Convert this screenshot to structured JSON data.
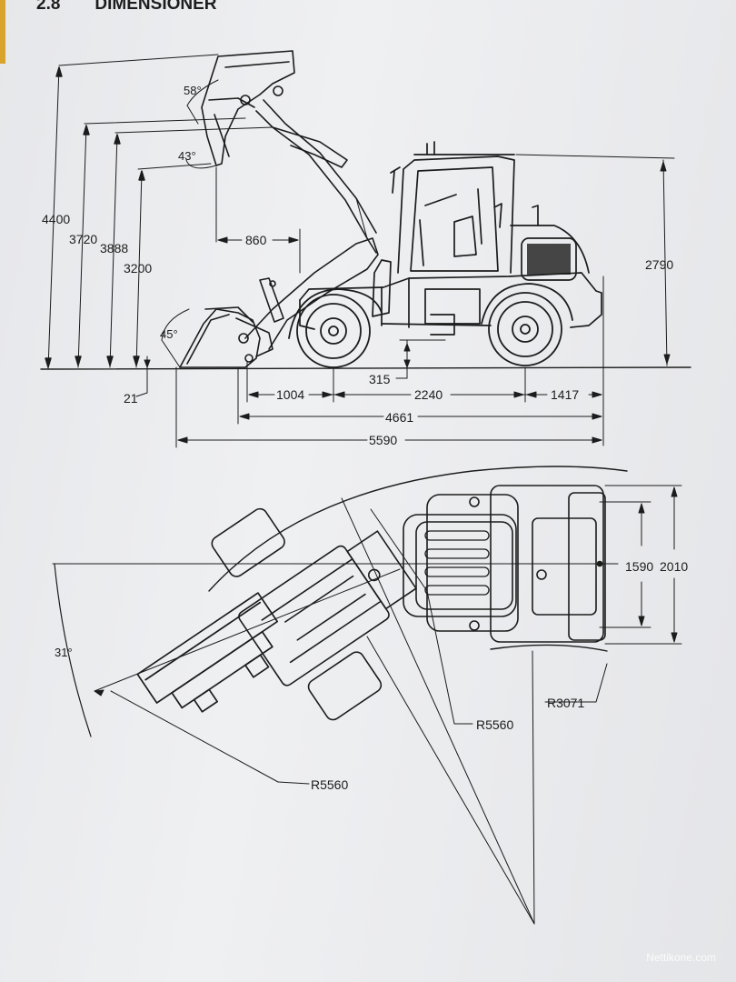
{
  "header": {
    "section_number": "2.8",
    "section_title": "DIMENSIONER"
  },
  "side_view": {
    "dimensions": {
      "max_height": "4400",
      "pin_height_1": "3720",
      "pin_height_2": "3888",
      "dump_height": "3200",
      "dump_reach": "860",
      "dig_depth": "21",
      "ground_clearance": "315",
      "front_overhang": "1004",
      "wheelbase": "2240",
      "rear_overhang": "1417",
      "length_no_bucket": "4661",
      "total_length": "5590",
      "cab_height": "2790"
    },
    "angles": {
      "rollback_top": "58°",
      "dump_angle": "43°",
      "rollback_ground": "45°"
    }
  },
  "top_view": {
    "dimensions": {
      "track_width": "1590",
      "overall_width": "2010",
      "outer_radius": "R5560",
      "bucket_radius": "R5560",
      "inner_radius": "R3071"
    },
    "angles": {
      "articulation": "31°"
    }
  },
  "watermark": "Nettikone.com",
  "colors": {
    "line": "#1c1c1c",
    "paper": "#eceef0",
    "tab": "#d9a32c"
  }
}
